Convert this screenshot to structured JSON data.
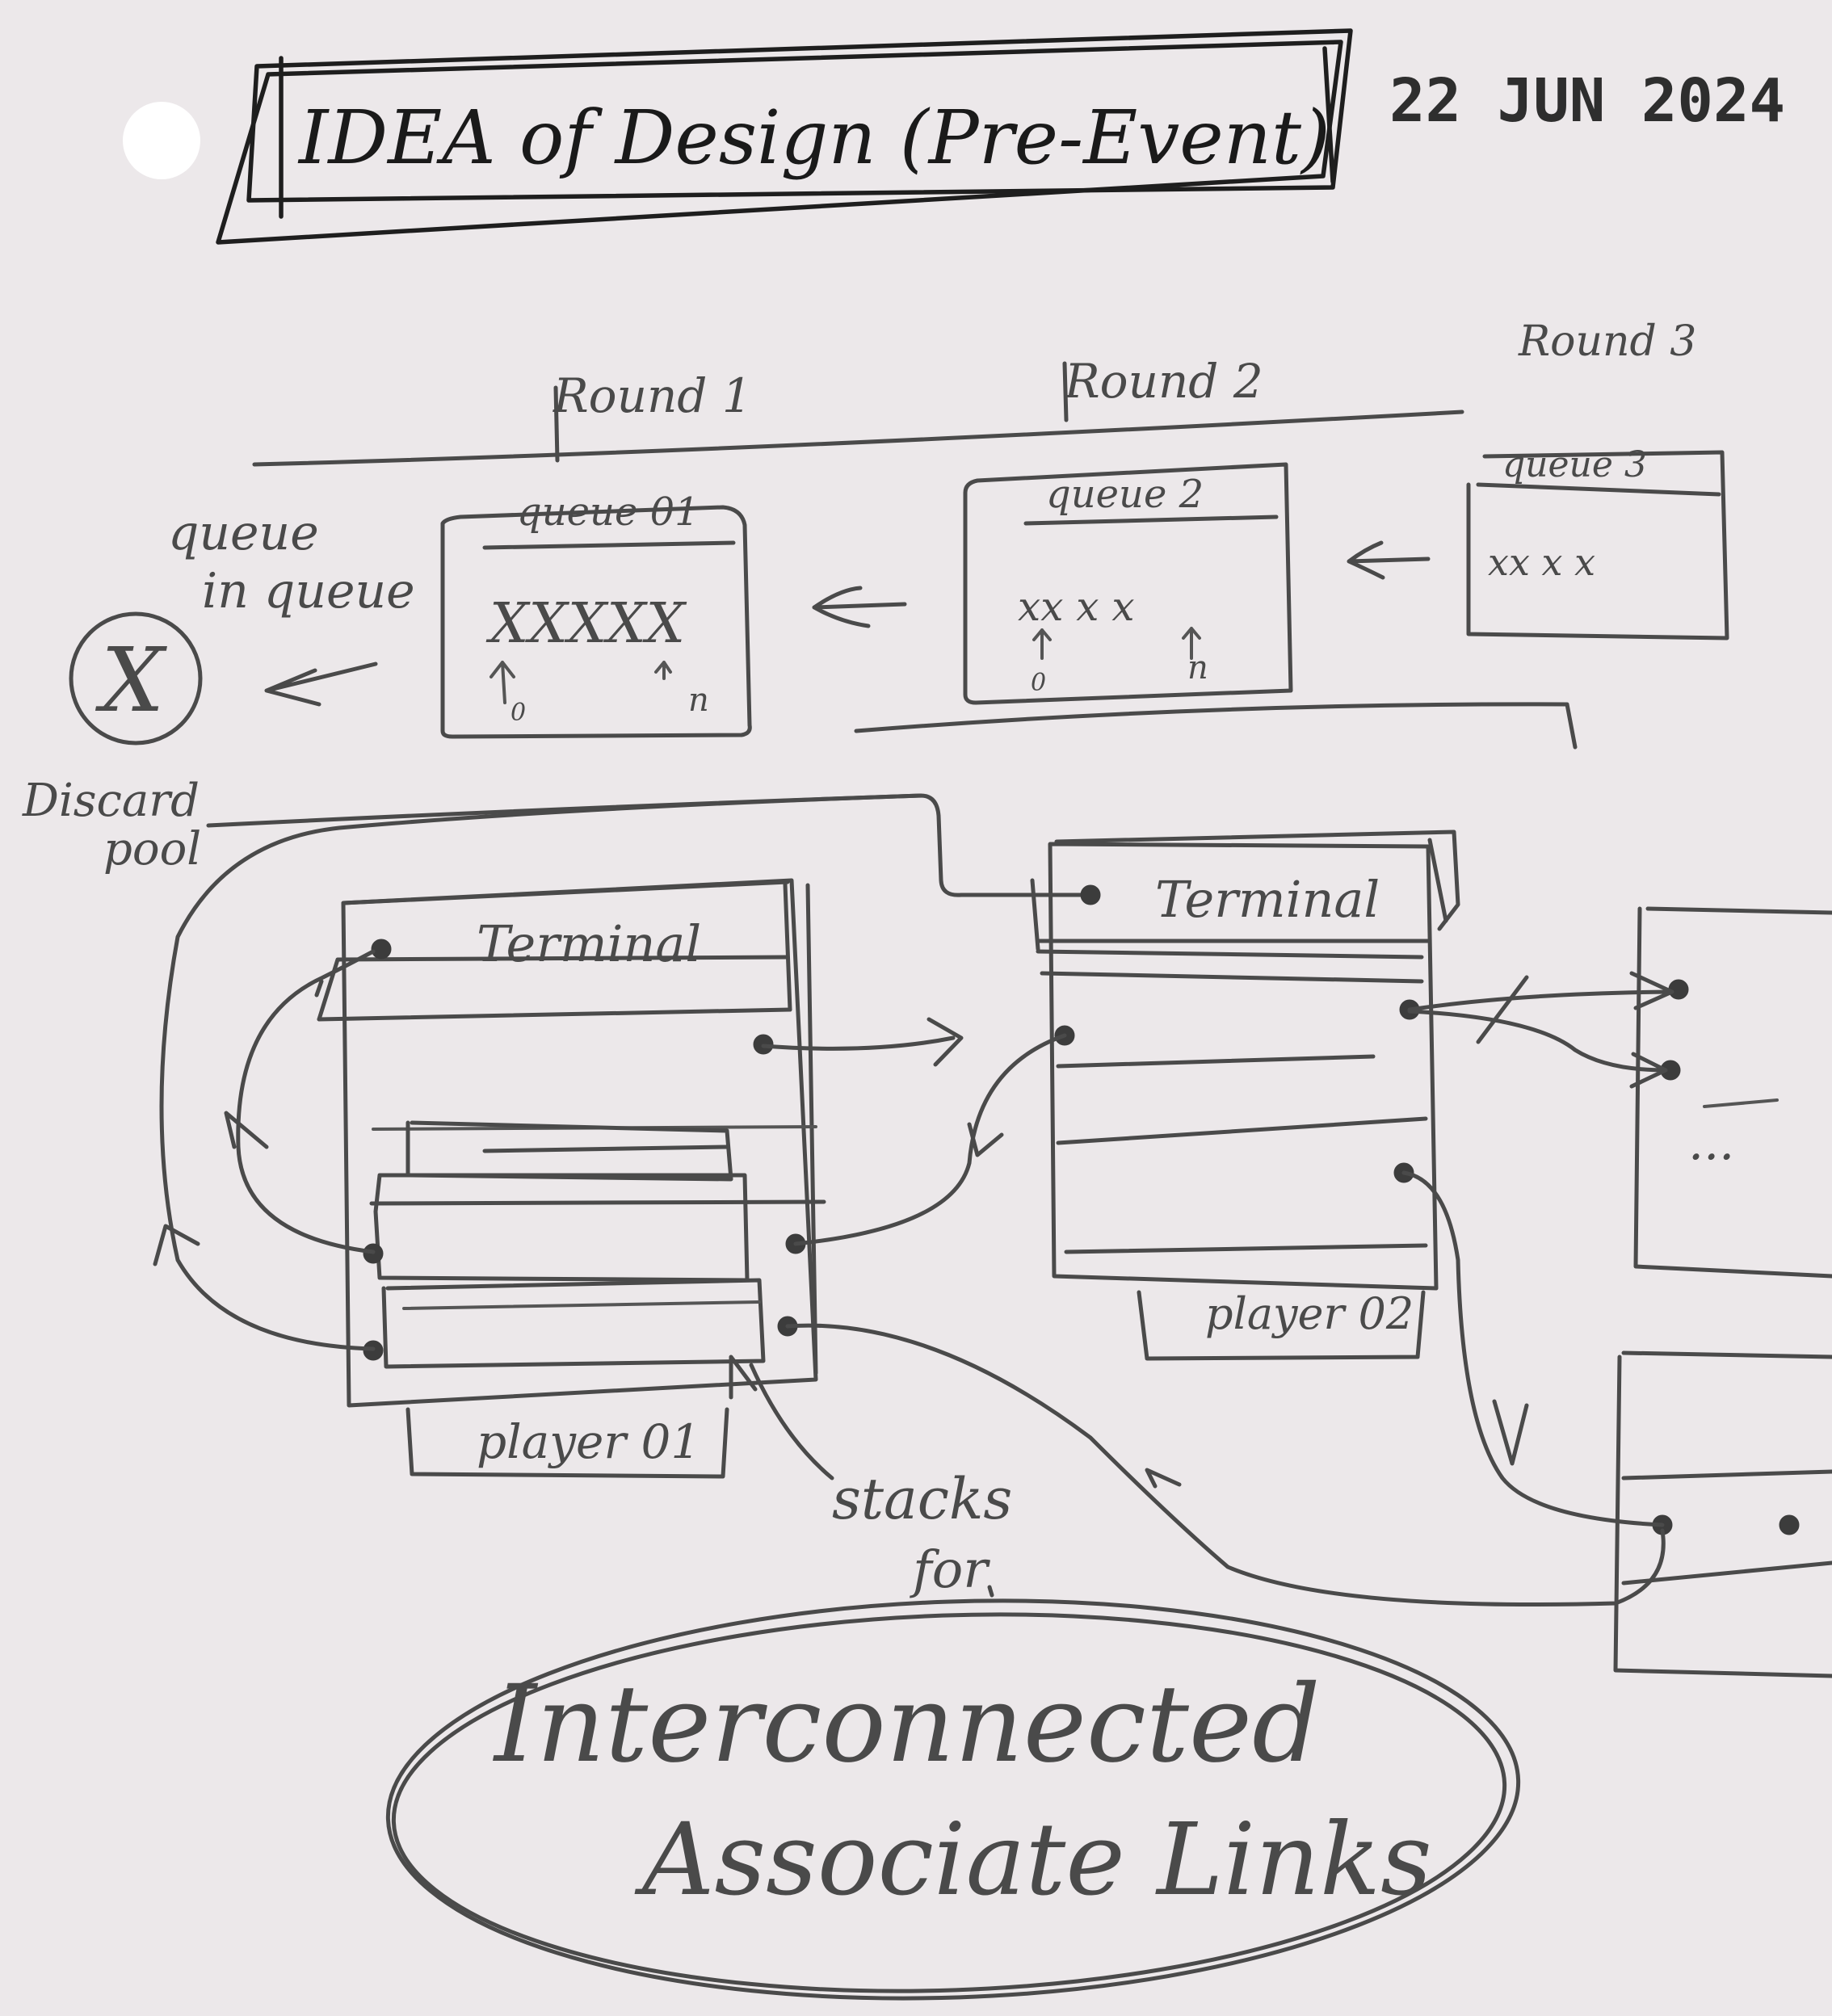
{
  "title": "IDEA of Design (Pre-Event)",
  "date": "22 JUN 2024",
  "rounds": [
    "Round 1",
    "Round 2",
    "Round 3"
  ],
  "queues": [
    {
      "label": "queue 01",
      "items": "XXXXX",
      "start_marker": "0",
      "end_marker": "n"
    },
    {
      "label": "queue 2",
      "items": "xx x x",
      "start_marker": "0",
      "end_marker": "n"
    },
    {
      "label": "queue 3",
      "items": "xx x x"
    }
  ],
  "queue_in_queue_label": [
    "queue",
    "in queue"
  ],
  "discard_symbol": "X",
  "discard_label": [
    "Discard",
    "pool"
  ],
  "players": [
    {
      "label": "player 01",
      "terminal_label": "Terminal"
    },
    {
      "label": "player 02",
      "terminal_label": "Terminal"
    }
  ],
  "ellipsis": "...",
  "stacks_label": [
    "stacks",
    "for"
  ],
  "bubble_text": [
    "Interconnected",
    "Associate Links"
  ]
}
